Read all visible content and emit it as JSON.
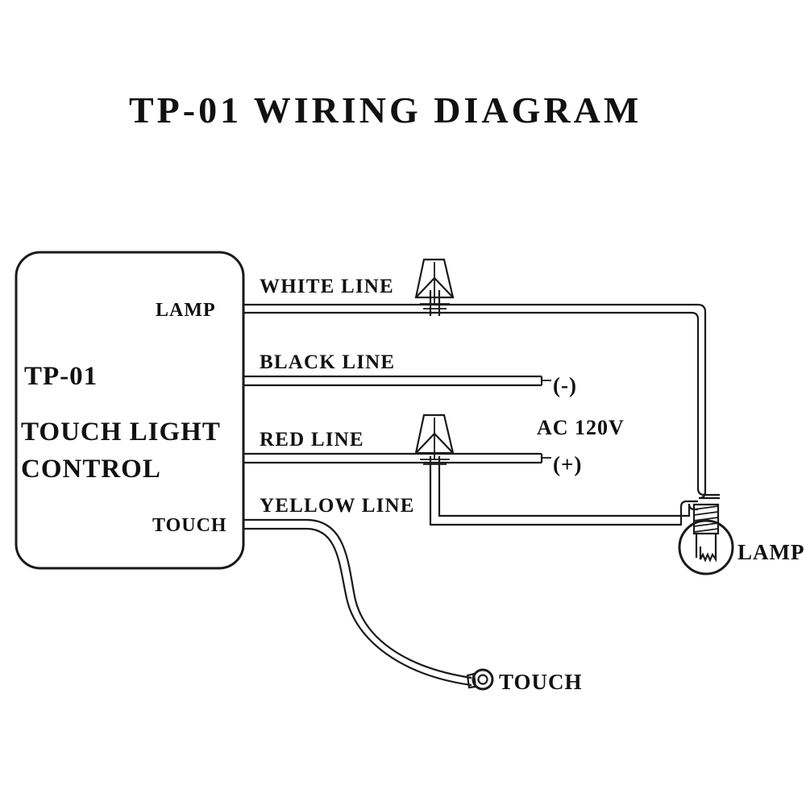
{
  "page": {
    "title": "TP-01  WIRING DIAGRAM",
    "background": "#ffffff",
    "ink": "#1a1a1a"
  },
  "control_box": {
    "name": "TP-01 Touch Light Control module",
    "model_label": "TP-01",
    "line1": "TOUCH LIGHT",
    "line2": "CONTROL",
    "terminals": [
      {
        "label": "LAMP",
        "position": "top-right"
      },
      {
        "label": "TOUCH",
        "position": "bottom-right"
      }
    ]
  },
  "wires": [
    {
      "id": "white",
      "label": "WHITE LINE",
      "from": "LAMP terminal",
      "to": "lamp socket",
      "has_wire_nut": true
    },
    {
      "id": "black",
      "label": "BLACK LINE",
      "from": "control box",
      "to": "AC (-)",
      "has_wire_nut": false
    },
    {
      "id": "red",
      "label": "RED LINE",
      "from": "control box",
      "to": "AC (+)",
      "has_wire_nut": true
    },
    {
      "id": "yellow",
      "label": "YELLOW LINE",
      "from": "TOUCH terminal",
      "to": "touch plate",
      "has_wire_nut": false
    }
  ],
  "power": {
    "source_label": "AC 120V",
    "negative_label": "(-)",
    "positive_label": "(+)"
  },
  "load": {
    "lamp_label": "LAMP"
  },
  "touch": {
    "terminal_label": "TOUCH"
  }
}
